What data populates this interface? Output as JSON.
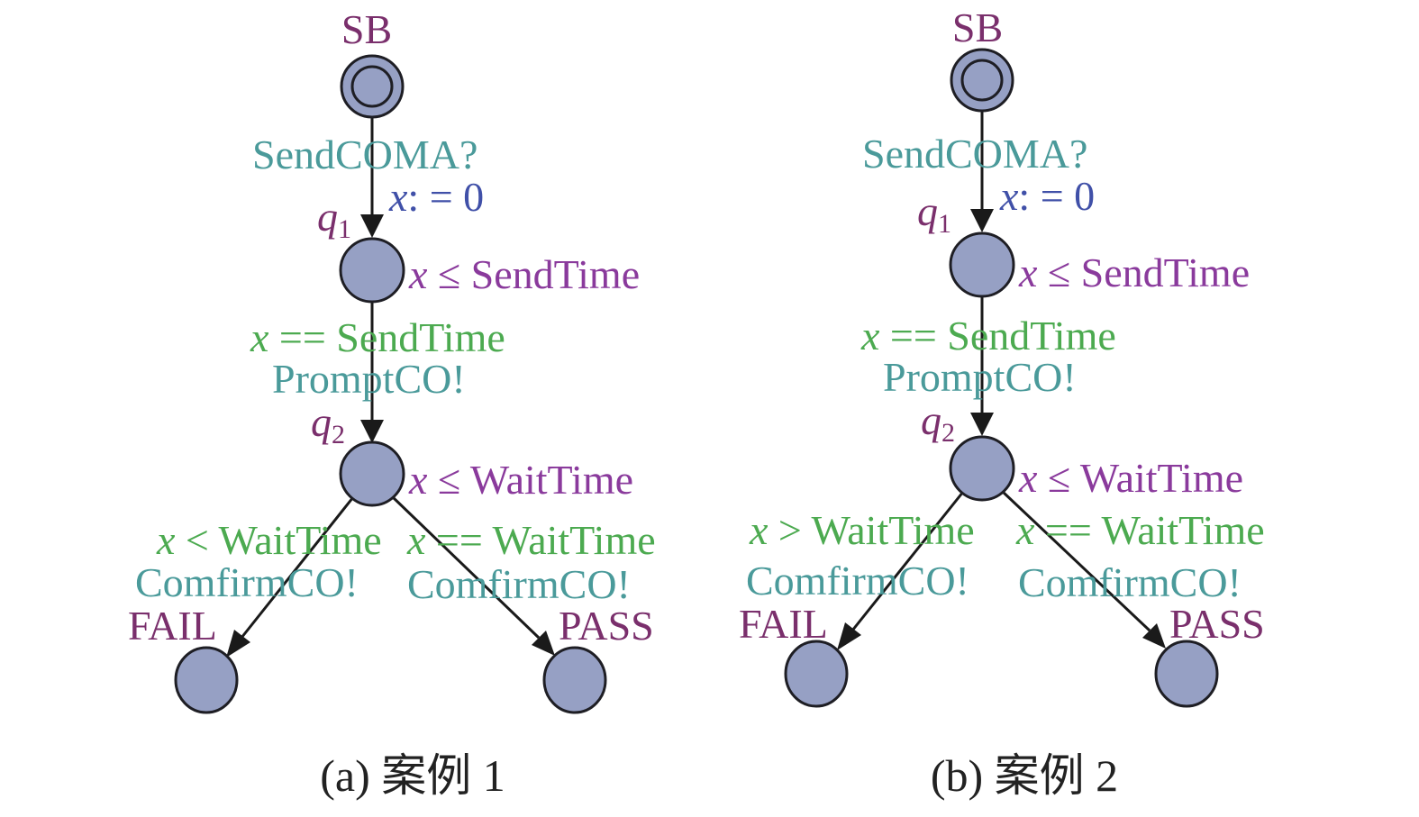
{
  "colors": {
    "location_name": "#7a2f6c",
    "invariant": "#8a3a9c",
    "synchronisation": "#4a9a9a",
    "guard": "#4caa50",
    "assignment": "#4050a8",
    "node_fill": "#96a0c4"
  },
  "panels": [
    {
      "caption": "(a) 案例 1",
      "locations": {
        "initial": "SB",
        "q1": {
          "var": "q",
          "sub": "1",
          "invariant_var": "x",
          "invariant_op": "≤",
          "invariant_rhs": "SendTime"
        },
        "q2": {
          "var": "q",
          "sub": "2",
          "invariant_var": "x",
          "invariant_op": "≤",
          "invariant_rhs": "WaitTime"
        },
        "fail": "FAIL",
        "pass": "PASS"
      },
      "edges": {
        "sb_q1": {
          "sync": "SendCOMA?",
          "assign_var": "x",
          "assign_rest": ": = 0"
        },
        "q1_q2": {
          "guard_var": "x",
          "guard_rest": " == SendTime",
          "sync": "PromptCO!"
        },
        "q2_fail": {
          "guard_var": "x",
          "guard_rest": " < WaitTime",
          "sync": "ComfirmCO!"
        },
        "q2_pass": {
          "guard_var": "x",
          "guard_rest": " == WaitTime",
          "sync": "ComfirmCO!"
        }
      }
    },
    {
      "caption": "(b) 案例 2",
      "locations": {
        "initial": "SB",
        "q1": {
          "var": "q",
          "sub": "1",
          "invariant_var": "x",
          "invariant_op": "≤",
          "invariant_rhs": "SendTime"
        },
        "q2": {
          "var": "q",
          "sub": "2",
          "invariant_var": "x",
          "invariant_op": "≤",
          "invariant_rhs": "WaitTime"
        },
        "fail": "FAIL",
        "pass": "PASS"
      },
      "edges": {
        "sb_q1": {
          "sync": "SendCOMA?",
          "assign_var": "x",
          "assign_rest": ": = 0"
        },
        "q1_q2": {
          "guard_var": "x",
          "guard_rest": " == SendTime",
          "sync": "PromptCO!"
        },
        "q2_fail": {
          "guard_var": "x",
          "guard_rest": " > WaitTime",
          "sync": "ComfirmCO!"
        },
        "q2_pass": {
          "guard_var": "x",
          "guard_rest": " == WaitTime",
          "sync": "ComfirmCO!"
        }
      }
    }
  ]
}
